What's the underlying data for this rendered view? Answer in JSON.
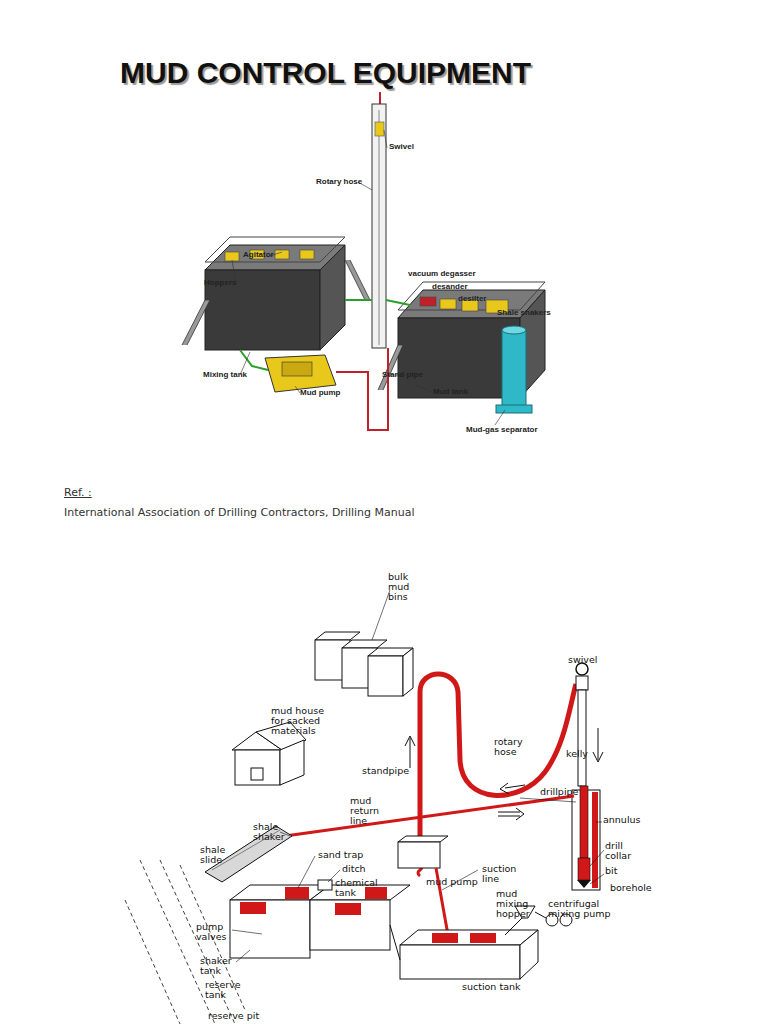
{
  "diagram": {
    "title": "MUD CONTROL EQUIPMENT",
    "labels": [
      "Swivel",
      "Rotary hose",
      "Agitator",
      "Hoppers",
      "vacuum degasser",
      "desander",
      "desilter",
      "Shale shakers",
      "Mixing tank",
      "Stand pipe",
      "Mud tank",
      "Mud pump",
      "Mud-gas separator",
      "Ref. :",
      "International Association of Drilling Contractors, Drilling Manual",
      "bulk mud bins",
      "mud house for sacked materials",
      "swivel",
      "rotary hose",
      "kelly",
      "standpipe",
      "drillpipe",
      "mud return line",
      "annulus",
      "shale shaker",
      "drill collar",
      "bit",
      "borehole",
      "shale slide",
      "sand trap",
      "ditch",
      "chemical tank",
      "mud pump",
      "suction line",
      "mud mixing hopper",
      "centrifugal mixing pump",
      "pump valves",
      "shaker tank",
      "reserve tank",
      "suction tank",
      "reserve pit"
    ]
  }
}
